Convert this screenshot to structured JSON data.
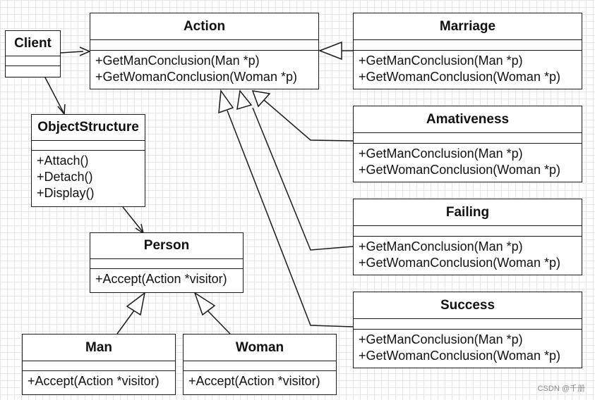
{
  "classes": {
    "client": {
      "name": "Client"
    },
    "action": {
      "name": "Action",
      "ops": [
        "+GetManConclusion(Man *p)",
        "+GetWomanConclusion(Woman *p)"
      ]
    },
    "marriage": {
      "name": "Marriage",
      "ops": [
        "+GetManConclusion(Man *p)",
        "+GetWomanConclusion(Woman *p)"
      ]
    },
    "amativeness": {
      "name": "Amativeness",
      "ops": [
        "+GetManConclusion(Man *p)",
        "+GetWomanConclusion(Woman *p)"
      ]
    },
    "failing": {
      "name": "Failing",
      "ops": [
        "+GetManConclusion(Man *p)",
        "+GetWomanConclusion(Woman *p)"
      ]
    },
    "success": {
      "name": "Success",
      "ops": [
        "+GetManConclusion(Man *p)",
        "+GetWomanConclusion(Woman *p)"
      ]
    },
    "object_structure": {
      "name": "ObjectStructure",
      "ops": [
        "+Attach()",
        "+Detach()",
        "+Display()"
      ]
    },
    "person": {
      "name": "Person",
      "ops": [
        "+Accept(Action *visitor)"
      ]
    },
    "man": {
      "name": "Man",
      "ops": [
        "+Accept(Action *visitor)"
      ]
    },
    "woman": {
      "name": "Woman",
      "ops": [
        "+Accept(Action *visitor)"
      ]
    }
  },
  "watermark": "CSDN @千册"
}
